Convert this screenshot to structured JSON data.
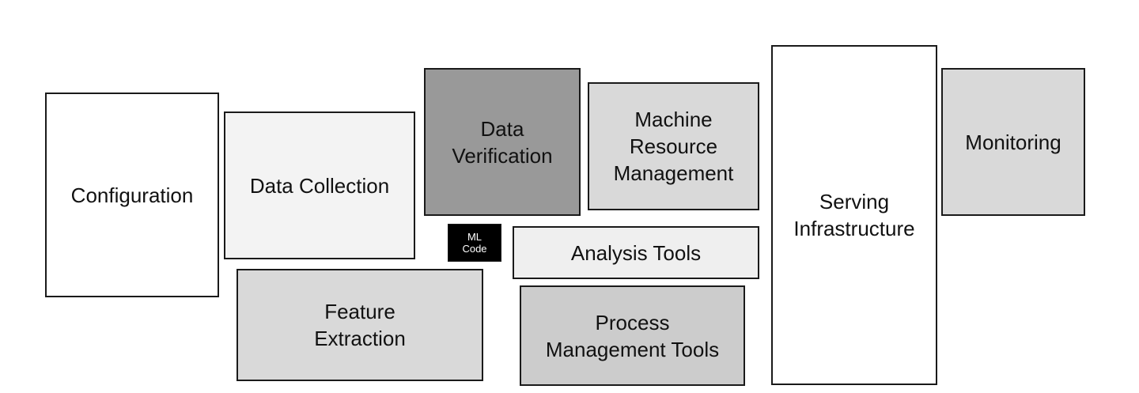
{
  "boxes": {
    "configuration": {
      "label": "Configuration",
      "fill": "#ffffff"
    },
    "data_collection": {
      "label": "Data Collection",
      "fill": "#f3f3f3"
    },
    "data_verification": {
      "label": "Data\nVerification",
      "fill": "#999999"
    },
    "machine_resource_management": {
      "label": "Machine\nResource\nManagement",
      "fill": "#d9d9d9"
    },
    "serving_infrastructure": {
      "label": "Serving\nInfrastructure",
      "fill": "#ffffff"
    },
    "monitoring": {
      "label": "Monitoring",
      "fill": "#d9d9d9"
    },
    "ml_code": {
      "label": "ML\nCode",
      "fill": "#000000",
      "text_color": "#ffffff"
    },
    "analysis_tools": {
      "label": "Analysis Tools",
      "fill": "#efefef"
    },
    "feature_extraction": {
      "label": "Feature\nExtraction",
      "fill": "#d9d9d9"
    },
    "process_management_tools": {
      "label": "Process\nManagement Tools",
      "fill": "#cccccc"
    }
  }
}
